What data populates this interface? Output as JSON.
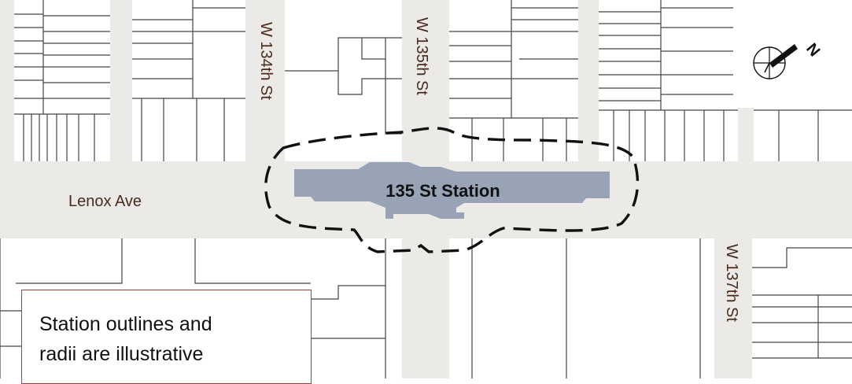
{
  "streets": {
    "avenue": "Lenox Ave",
    "w134": "W 134th St",
    "w135": "W 135th St",
    "w137": "W 137th St"
  },
  "station": {
    "label": "135 St Station"
  },
  "note": {
    "line1": "Station outlines and",
    "line2": "radii are illustrative"
  },
  "compass": {
    "icon": "north-arrow-icon",
    "letter": "N"
  },
  "colors": {
    "street": "#ebeae6",
    "block_line": "#444444",
    "station_fill": "#98a4b6",
    "outline": "#111111",
    "note_border": "#a0443a"
  }
}
